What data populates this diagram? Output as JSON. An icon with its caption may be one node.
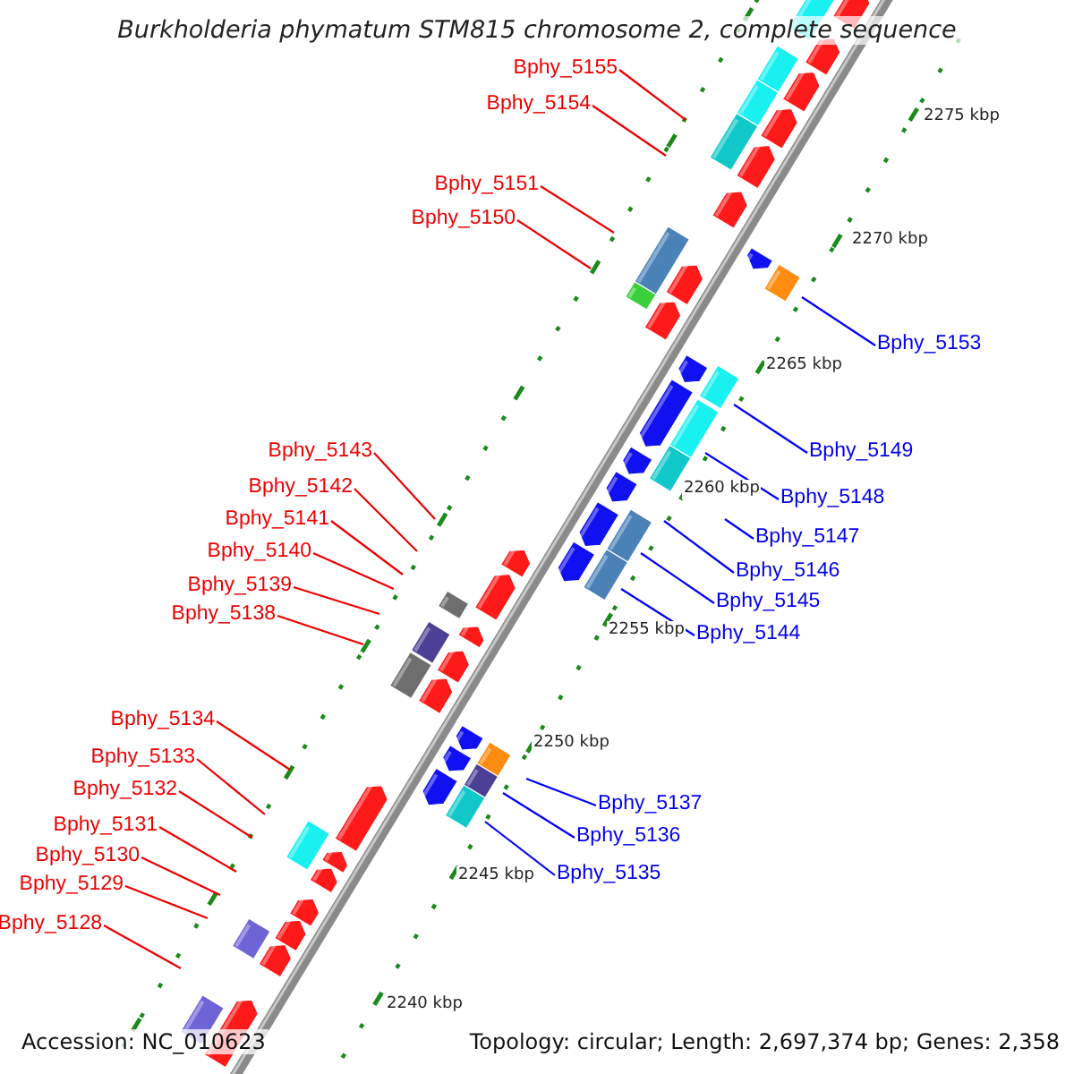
{
  "diagram": {
    "title": "Burkholderia phymatum STM815 chromosome 2, complete sequence",
    "nodes": [
      {
        "text": [
          "Bphy_5155"
        ]
      },
      {
        "text": [
          "Bphy_5154"
        ]
      },
      {
        "text": [
          "Bphy_5151"
        ]
      },
      {
        "text": [
          "Bphy_5150"
        ]
      },
      {
        "text": [
          "Bphy_5153"
        ]
      },
      {
        "text": [
          "Bphy_5143"
        ]
      },
      {
        "text": [
          "Bphy_5149"
        ]
      },
      {
        "text": [
          "Bphy_5142"
        ]
      },
      {
        "text": [
          "Bphy_5148"
        ]
      },
      {
        "text": [
          "Bphy_5141"
        ]
      },
      {
        "text": [
          "Bphy_5147"
        ]
      },
      {
        "text": [
          "Bphy_5140"
        ]
      },
      {
        "text": [
          "Bphy_5146"
        ]
      },
      {
        "text": [
          "Bphy_5139"
        ]
      },
      {
        "text": [
          "Bphy_5145"
        ]
      },
      {
        "text": [
          "Bphy_5138"
        ]
      },
      {
        "text": [
          "Bphy_5144"
        ]
      },
      {
        "text": [
          "Bphy_5134"
        ]
      },
      {
        "text": [
          "Bphy_5133"
        ]
      },
      {
        "text": [
          "Bphy_5132"
        ]
      },
      {
        "text": [
          "Bphy_5137"
        ]
      },
      {
        "text": [
          "Bphy_5131"
        ]
      },
      {
        "text": [
          "Bphy_5136"
        ]
      },
      {
        "text": [
          "Bphy_5130"
        ]
      },
      {
        "text": [
          "Bphy_5135"
        ]
      },
      {
        "text": [
          "Bphy_5129"
        ]
      },
      {
        "text": [
          "Bphy_5128"
        ]
      }
    ],
    "edges": [
      {
        "from": 0,
        "to": null,
        "arrow": "none"
      },
      {
        "from": 1,
        "to": null,
        "arrow": "none"
      },
      {
        "from": 2,
        "to": null,
        "arrow": "none"
      },
      {
        "from": 3,
        "to": null,
        "arrow": "none"
      },
      {
        "from": 4,
        "to": null,
        "arrow": "none",
        "color": "#0000ff"
      },
      {
        "from": 5,
        "to": null,
        "arrow": "none"
      },
      {
        "from": 6,
        "to": null,
        "arrow": "none",
        "color": "#0000ff"
      },
      {
        "from": 7,
        "to": null,
        "arrow": "none"
      },
      {
        "from": 8,
        "to": null,
        "arrow": "none",
        "color": "#0000ff"
      },
      {
        "from": 9,
        "to": null,
        "arrow": "none"
      },
      {
        "from": 10,
        "to": null,
        "arrow": "none",
        "color": "#0000ff"
      },
      {
        "from": 11,
        "to": null,
        "arrow": "none"
      },
      {
        "from": 12,
        "to": null,
        "arrow": "none",
        "color": "#0000ff"
      },
      {
        "from": 13,
        "to": null,
        "arrow": "none"
      },
      {
        "from": 14,
        "to": null,
        "arrow": "none",
        "color": "#0000ff"
      },
      {
        "from": 15,
        "to": null,
        "arrow": "none"
      },
      {
        "from": 16,
        "to": null,
        "arrow": "none",
        "color": "#0000ff"
      },
      {
        "from": 17,
        "to": null,
        "arrow": "none"
      },
      {
        "from": 18,
        "to": null,
        "arrow": "none"
      },
      {
        "from": 19,
        "to": null,
        "arrow": "none"
      },
      {
        "from": 20,
        "to": null,
        "arrow": "none",
        "color": "#0000ff"
      },
      {
        "from": 21,
        "to": null,
        "arrow": "none"
      },
      {
        "from": 22,
        "to": null,
        "arrow": "none",
        "color": "#0000ff"
      },
      {
        "from": 23,
        "to": null,
        "arrow": "none"
      },
      {
        "from": 24,
        "to": null,
        "arrow": "none",
        "color": "#0000ff"
      },
      {
        "from": 25,
        "to": null,
        "arrow": "none"
      },
      {
        "from": 26,
        "to": null,
        "arrow": "none"
      }
    ],
    "labels": [
      "2275 kbp",
      "2270 kbp",
      "2265 kbp",
      "2260 kbp",
      "2255 kbp",
      "2250 kbp",
      "2245 kbp",
      "2240 kbp",
      "Accession: NC_010623",
      "Topology: circular; Length: 2,697,374 bp; Genes: 2,358"
    ]
  }
}
